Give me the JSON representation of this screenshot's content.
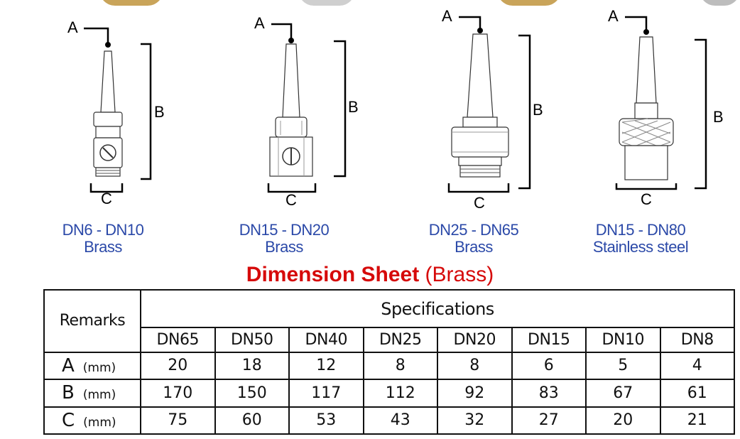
{
  "decor": {
    "colors": {
      "brass": "#c9a45a",
      "steel": "#bdbdbd",
      "caption": "#2b49a8",
      "title": "#d60a0a"
    }
  },
  "labels": {
    "a": "A",
    "b": "B",
    "c": "C"
  },
  "models": [
    {
      "size": "DN6 - DN10",
      "material": "Brass"
    },
    {
      "size": "DN15 - DN20",
      "material": "Brass"
    },
    {
      "size": "DN25 - DN65",
      "material": "Brass"
    },
    {
      "size": "DN15 - DN80",
      "material": "Stainless steel"
    }
  ],
  "title": {
    "bold": "Dimension Sheet",
    "sub": "(Brass)"
  },
  "table": {
    "remarks": "Remarks",
    "specifications": "Specifications",
    "sizes": [
      "DN65",
      "DN50",
      "DN40",
      "DN25",
      "DN20",
      "DN15",
      "DN10",
      "DN8"
    ],
    "rows": [
      {
        "label": "A",
        "unit": "(mm)",
        "values": [
          "20",
          "18",
          "12",
          "8",
          "8",
          "6",
          "5",
          "4"
        ]
      },
      {
        "label": "B",
        "unit": "(mm)",
        "values": [
          "170",
          "150",
          "117",
          "112",
          "92",
          "83",
          "67",
          "61"
        ]
      },
      {
        "label": "C",
        "unit": "(mm)",
        "values": [
          "75",
          "60",
          "53",
          "43",
          "32",
          "27",
          "20",
          "21"
        ]
      }
    ]
  }
}
